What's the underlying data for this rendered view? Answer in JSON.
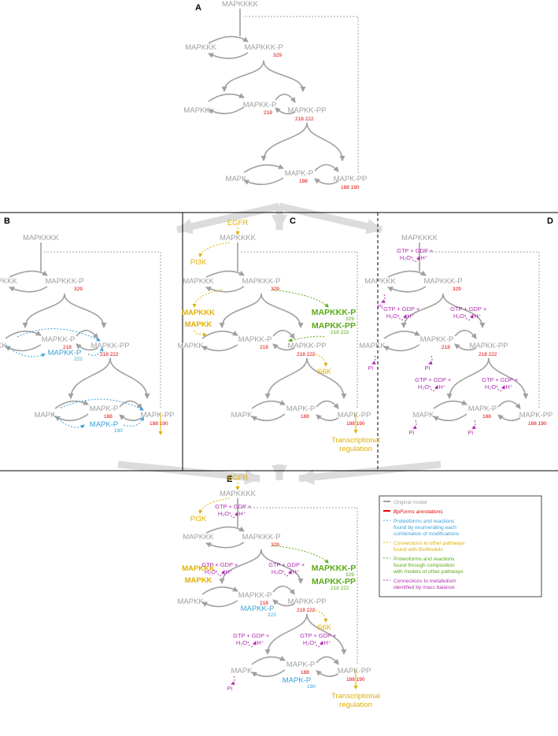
{
  "panels": {
    "A": {
      "letter": "A",
      "nodes": {
        "mapkkkk": "MAPKKKK",
        "mapkkk": "MAPKKK",
        "mapkkk_p": "MAPKKK-P",
        "mapkk": "MAPKK",
        "mapkk_p": "MAPKK-P",
        "mapkk_pp": "MAPKK-PP",
        "mapk": "MAPK",
        "mapk_p": "MAPK-P",
        "mapk_pp": "MAPK-PP"
      },
      "sites": {
        "s329": "329",
        "s218": "218",
        "s218_222": "218  222",
        "s188": "188",
        "s188_190": "188  190"
      }
    },
    "B": {
      "letter": "B",
      "nodes": {
        "mapkkkk": "MAPKKKK",
        "mapkkk": "MAPKKK",
        "mapkkk_p": "MAPKKK-P",
        "mapkk": "MAPKK",
        "mapkk_p": "MAPKK-P",
        "mapkk_pp": "MAPKK-PP",
        "mapk": "MAPK",
        "mapk_p": "MAPK-P",
        "mapk_pp": "MAPK-PP",
        "alt_mapkk_p": "MAPKK-P",
        "alt_mapk_p": "MAPK-P"
      },
      "sites": {
        "s329": "329",
        "s218": "218",
        "s218_222": "218  222",
        "s188": "188",
        "s188_190": "188  190",
        "alt222": "222",
        "alt190": "190"
      }
    },
    "C": {
      "letter": "C",
      "egfr": "EGFR",
      "pi3k": "PI3K",
      "mapkkk_y": "MAPKKK",
      "mapkk_y": "MAPKK",
      "s6k": "S6K",
      "trans1": "Transcriptional",
      "trans2": "regulation",
      "green1": "MAPKKK-P",
      "green2": "MAPKK-PP",
      "g329": "329",
      "g218_222": "218  222",
      "nodes": {
        "mapkkkk": "MAPKKKK",
        "mapkkk": "MAPKKK",
        "mapkkk_p": "MAPKKK-P",
        "mapkk": "MAPKK",
        "mapkk_p": "MAPKK-P",
        "mapkk_pp": "MAPKK-PP",
        "mapk": "MAPK",
        "mapk_p": "MAPK-P",
        "mapk_pp": "MAPK-PP"
      },
      "sites": {
        "s329": "329",
        "s218": "218",
        "s218_222": "218  222",
        "s188": "188",
        "s188_190": "188  190"
      }
    },
    "D": {
      "letter": "D",
      "gtp": "GTP +",
      "h2o": "H₂O",
      "gdp": "GDP +",
      "hplus": "H⁺",
      "pi": "Pi",
      "nodes": {
        "mapkkkk": "MAPKKKK",
        "mapkkk": "MAPKKK",
        "mapkkk_p": "MAPKKK-P",
        "mapkk": "MAPKK",
        "mapkk_p": "MAPKK-P",
        "mapkk_pp": "MAPKK-PP",
        "mapk": "MAPK",
        "mapk_p": "MAPK-P",
        "mapk_pp": "MAPK-PP"
      },
      "sites": {
        "s329": "329",
        "s218": "218",
        "s218_222": "218  222",
        "s188": "188",
        "s188_190": "188  190"
      }
    },
    "E": {
      "letter": "E",
      "egfr": "EGFR",
      "pi3k": "PI3K",
      "mapkkk_y": "MAPKKK",
      "mapkk_y": "MAPKK",
      "s6k": "S6K",
      "trans1": "Transcriptional",
      "trans2": "regulation",
      "green1": "MAPKKK-P",
      "green2": "MAPKK-PP",
      "g329": "329",
      "g218_222": "218  222",
      "gtp": "GTP +",
      "h2o": "H₂O",
      "gdp": "GDP +",
      "hplus": "H⁺",
      "pi": "Pi",
      "nodes": {
        "mapkkkk": "MAPKKKK",
        "mapkkk": "MAPKKK",
        "mapkkk_p": "MAPKKK-P",
        "mapkk": "MAPKK",
        "mapkk_p": "MAPKK-P",
        "mapkk_pp": "MAPKK-PP",
        "mapk": "MAPK",
        "mapk_p": "MAPK-P",
        "mapk_pp": "MAPK-PP",
        "alt_mapkk_p": "MAPKK-P",
        "alt_mapk_p": "MAPK-P"
      },
      "sites": {
        "s329": "329",
        "s218": "218",
        "s218_222": "218  222",
        "s188": "188",
        "s188_190": "188  190",
        "alt222": "222",
        "alt190": "190"
      }
    }
  },
  "legend": {
    "items": [
      {
        "id": "original",
        "lines": [
          "Original model"
        ],
        "color": "#a0a0a0"
      },
      {
        "id": "bpforms",
        "lines": [
          "BpForms annotations"
        ],
        "color": "#e00000"
      },
      {
        "id": "enumerate",
        "lines": [
          "Proteoforms and reactions",
          "found by enumerating each",
          "combination of modifications"
        ],
        "color": "#3aa0d8"
      },
      {
        "id": "biomodels",
        "lines": [
          "Connections to other pathways",
          "found with BioModels"
        ],
        "color": "#e0b000"
      },
      {
        "id": "composition",
        "lines": [
          "Proteoforms and reactions",
          "found through composition",
          "with models of other pathways"
        ],
        "color": "#5aaa14"
      },
      {
        "id": "massbalance",
        "lines": [
          "Connections to metabolism",
          "identified by mass balance"
        ],
        "color": "#b030b0"
      }
    ]
  },
  "colors": {
    "gray": "#a0a0a0",
    "red": "#e00000",
    "blue": "#3aa0d8",
    "yellow": "#e0b000",
    "green": "#5aaa14",
    "magenta": "#b030b0",
    "big_arrow": "#dcdcdc"
  }
}
